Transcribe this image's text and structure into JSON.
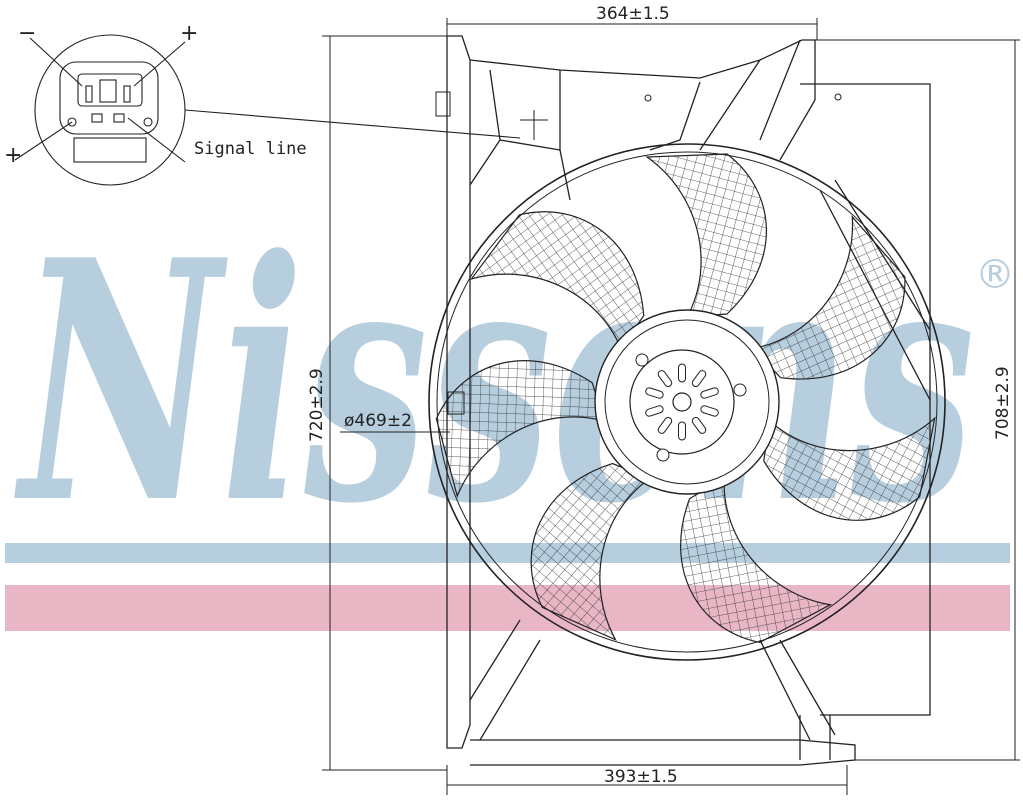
{
  "watermark": {
    "brand": "Nissens",
    "registered": "®",
    "blue": "#b7cedf",
    "pink": "#e8b6c4"
  },
  "dimensions": {
    "top_width": "364±1.5",
    "bottom_width": "393±1.5",
    "left_height": "720±2.9",
    "right_height": "708±2.9",
    "fan_diameter": "ø469±2"
  },
  "connector": {
    "minus": "−",
    "plus_top": "+",
    "plus_side": "+",
    "signal_label": "Signal line"
  },
  "colors": {
    "line": "#222222"
  }
}
